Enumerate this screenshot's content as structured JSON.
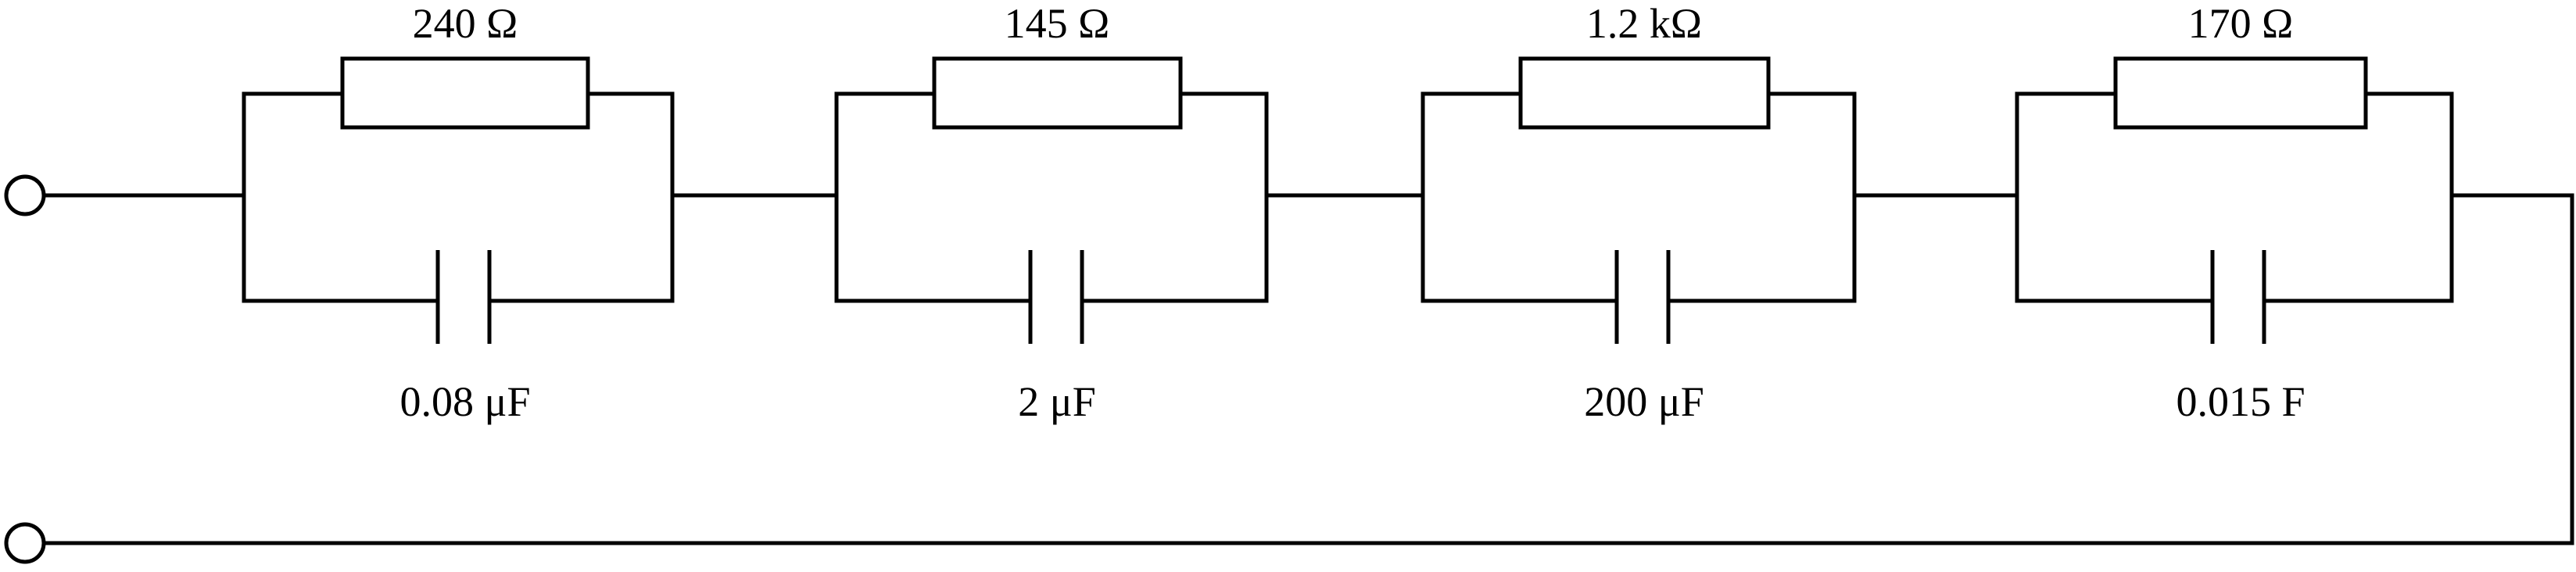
{
  "circuit": {
    "description_units": "series chain of four parallel RC stages",
    "stages": [
      {
        "resistance": "240 Ω",
        "capacitance": "0.08 μF"
      },
      {
        "resistance": "145 Ω",
        "capacitance": "2 μF"
      },
      {
        "resistance": "1.2 kΩ",
        "capacitance": "200 μF"
      },
      {
        "resistance": "170 Ω",
        "capacitance": "0.015 F"
      }
    ]
  },
  "colors": {
    "line": "#000000",
    "background": "#ffffff"
  }
}
